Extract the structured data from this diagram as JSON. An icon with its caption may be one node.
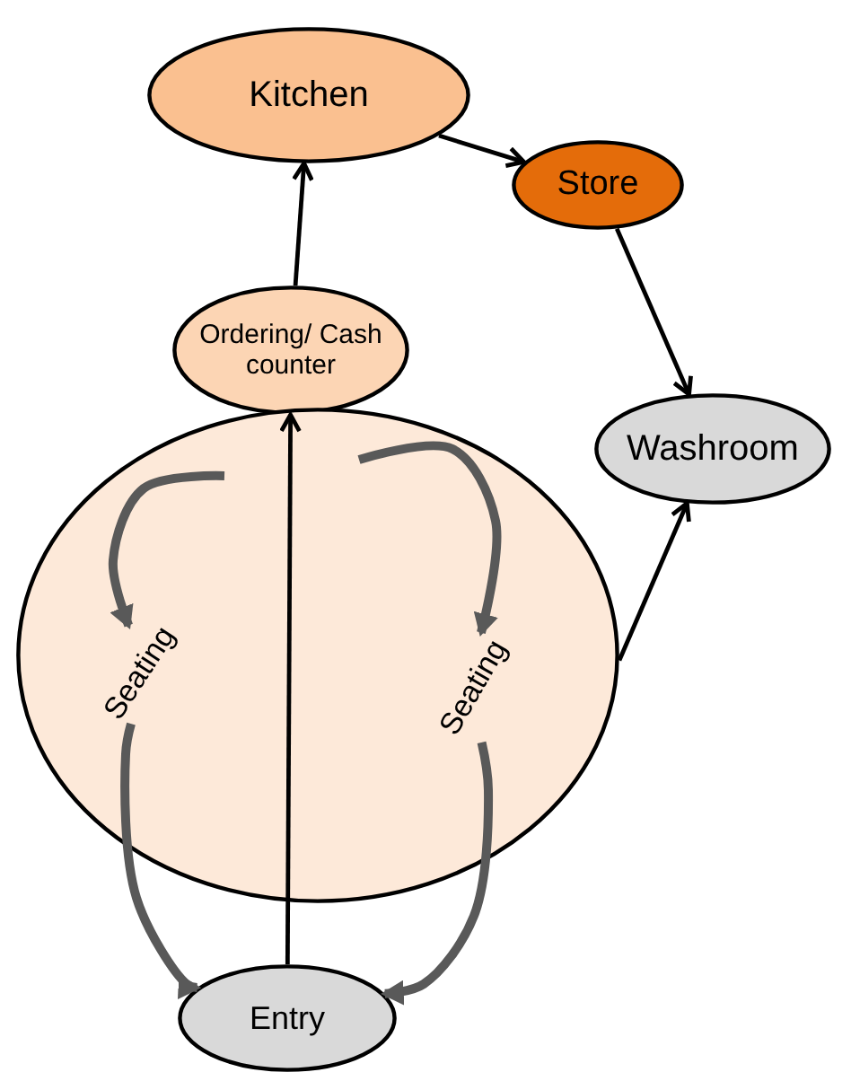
{
  "diagram": {
    "nodes": [
      {
        "text": [
          "Kitchen"
        ]
      },
      {
        "text": [
          "Store"
        ]
      },
      {
        "text": [
          "Ordering/ Cash counter"
        ]
      },
      {
        "text": [
          "Washroom"
        ]
      },
      {
        "text": [],
        "shape": "circle"
      },
      {
        "text": [
          "Seating"
        ],
        "in": 4
      },
      {
        "text": [
          "Seating"
        ],
        "in": 4
      },
      {
        "text": [
          "Entry"
        ]
      }
    ],
    "edges": [
      {
        "from": 2,
        "to": 0,
        "arrow": "to"
      },
      {
        "from": 0,
        "to": 1,
        "arrow": "to"
      },
      {
        "from": 1,
        "to": 3,
        "arrow": "to"
      },
      {
        "from": 4,
        "to": 3,
        "arrow": "to"
      },
      {
        "from": 7,
        "to": 2,
        "arrow": "to"
      },
      {
        "from": null,
        "to": 5,
        "arrow": "to",
        "style": "thick",
        "color": "#595959"
      },
      {
        "from": null,
        "to": 6,
        "arrow": "to",
        "style": "thick",
        "color": "#595959"
      },
      {
        "from": 5,
        "to": 7,
        "arrow": "to",
        "style": "thick",
        "color": "#595959"
      },
      {
        "from": 6,
        "to": 7,
        "arrow": "to",
        "style": "thick",
        "color": "#595959"
      }
    ]
  }
}
